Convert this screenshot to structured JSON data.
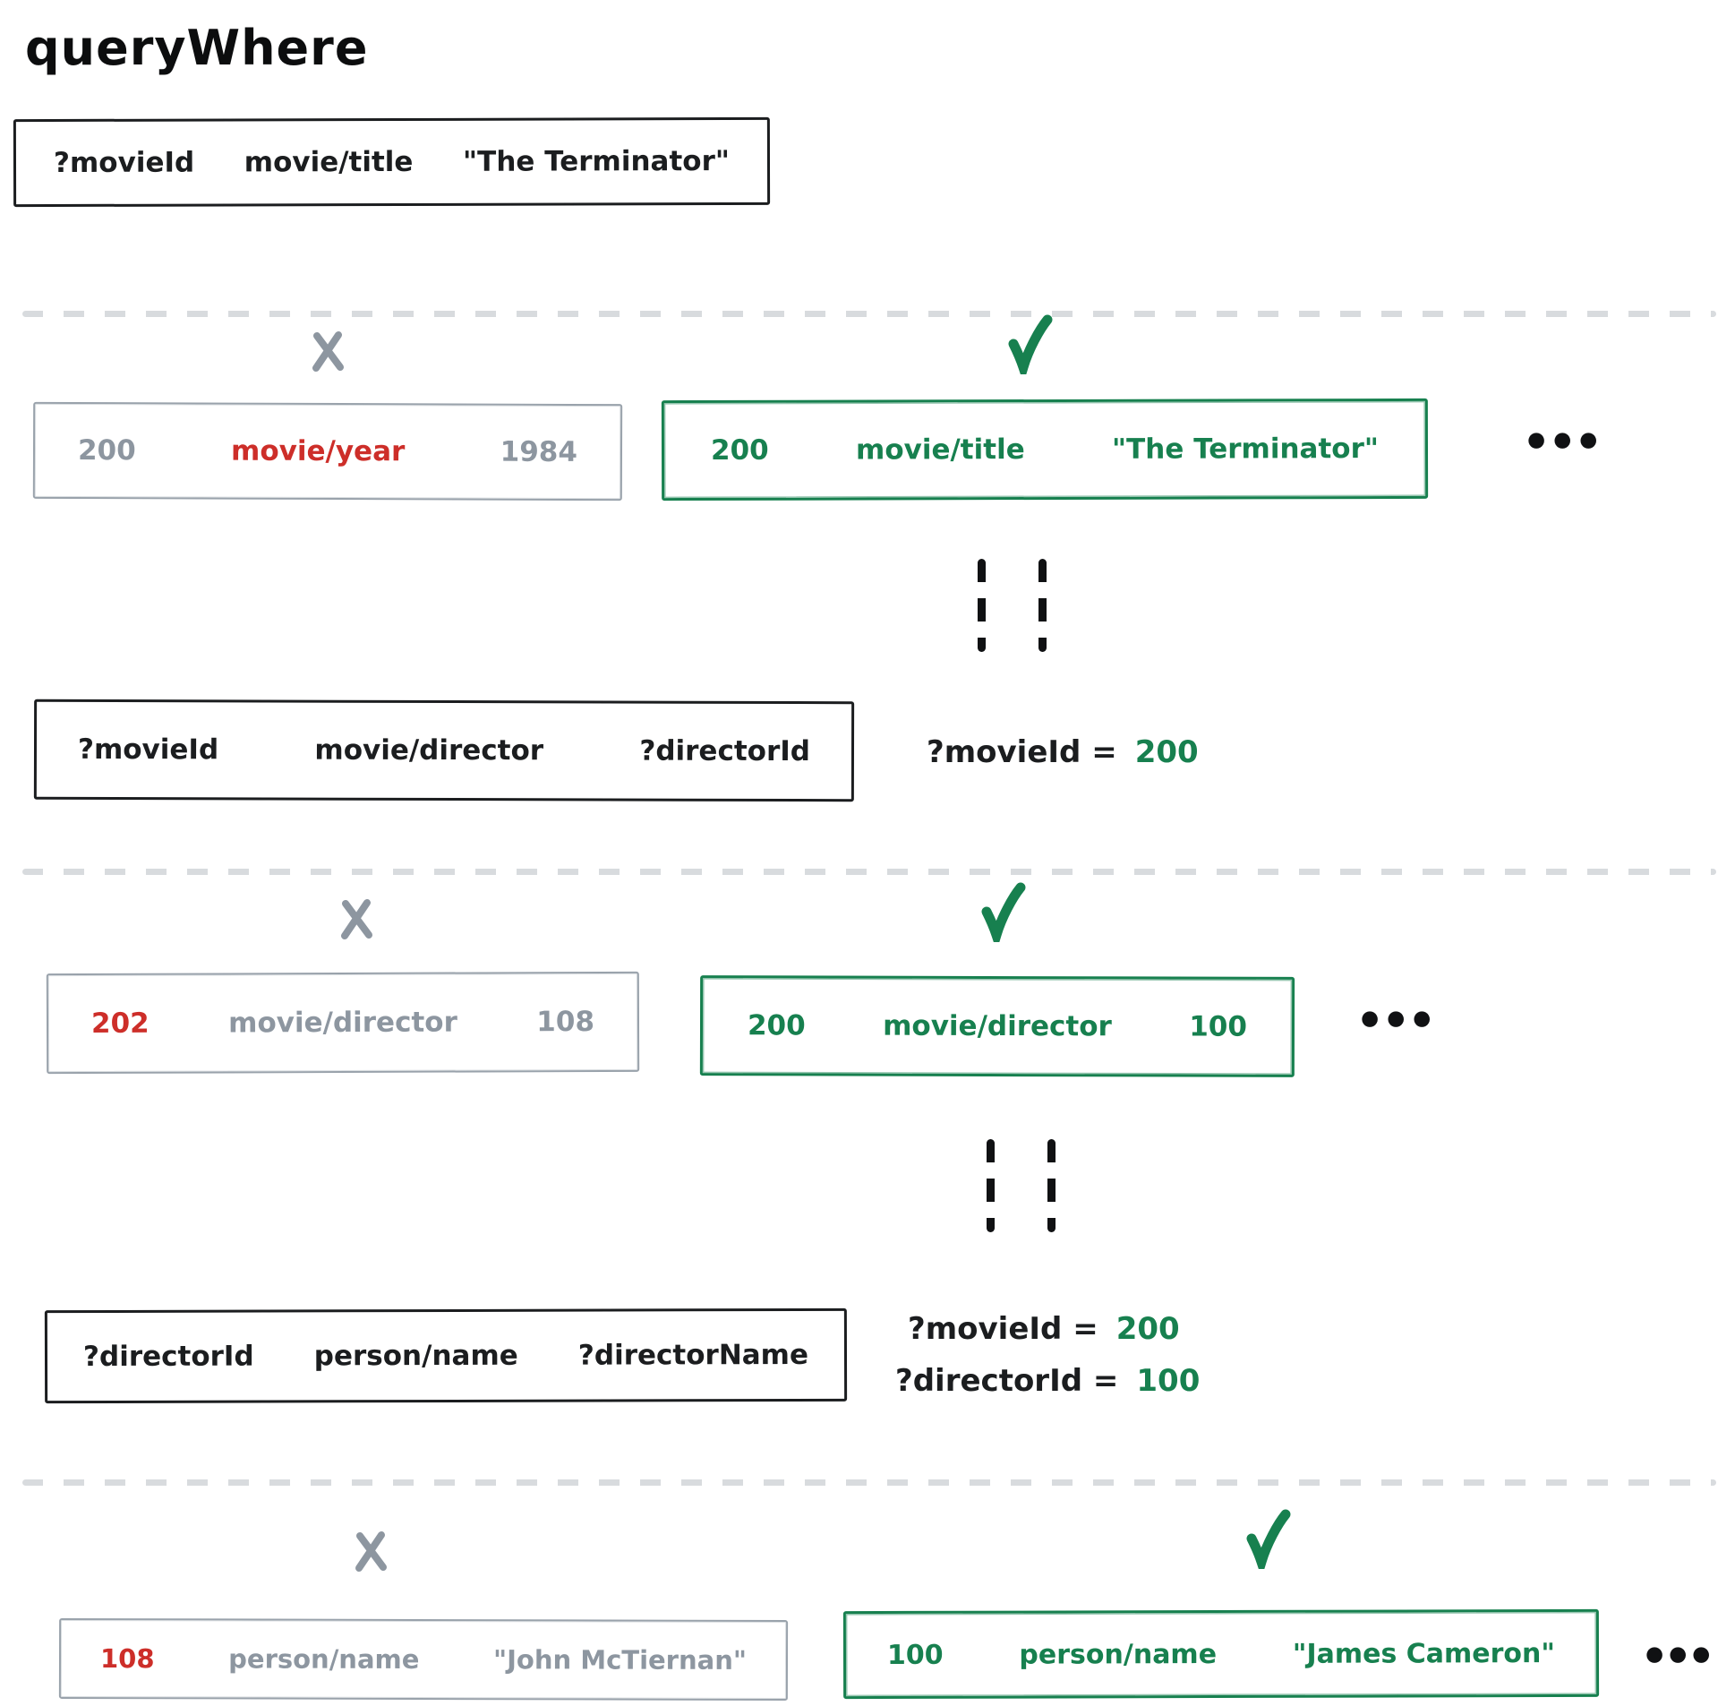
{
  "title": "queryWhere",
  "colors": {
    "accent_green": "#17804f",
    "accent_red": "#cd2e29",
    "muted_gray": "#8d96a0",
    "ink_black": "#1b1d1f",
    "divider_gray": "#d8dbde"
  },
  "icons": {
    "reject": "✗",
    "accept": "✔",
    "ellipsis": "●●●",
    "continuation": "¦ ¦"
  },
  "sections": [
    {
      "pattern": {
        "entity": "?movieId",
        "attribute": "movie/title",
        "value": "\"The Terminator\""
      },
      "rejected": {
        "entity": "200",
        "attribute": "movie/year",
        "value": "1984",
        "mismatch_part": "attribute"
      },
      "accepted": {
        "entity": "200",
        "attribute": "movie/title",
        "value": "\"The Terminator\""
      },
      "bindings": []
    },
    {
      "pattern": {
        "entity": "?movieId",
        "attribute": "movie/director",
        "value": "?directorId"
      },
      "rejected": {
        "entity": "202",
        "attribute": "movie/director",
        "value": "108",
        "mismatch_part": "entity"
      },
      "accepted": {
        "entity": "200",
        "attribute": "movie/director",
        "value": "100"
      },
      "bindings": [
        {
          "variable": "?movieId =",
          "value": "200"
        }
      ]
    },
    {
      "pattern": {
        "entity": "?directorId",
        "attribute": "person/name",
        "value": "?directorName"
      },
      "rejected": {
        "entity": "108",
        "attribute": "person/name",
        "value": "\"John McTiernan\"",
        "mismatch_part": "entity"
      },
      "accepted": {
        "entity": "100",
        "attribute": "person/name",
        "value": "\"James Cameron\""
      },
      "bindings": [
        {
          "variable": "?movieId =",
          "value": "200"
        },
        {
          "variable": "?directorId =",
          "value": "100"
        }
      ]
    }
  ]
}
